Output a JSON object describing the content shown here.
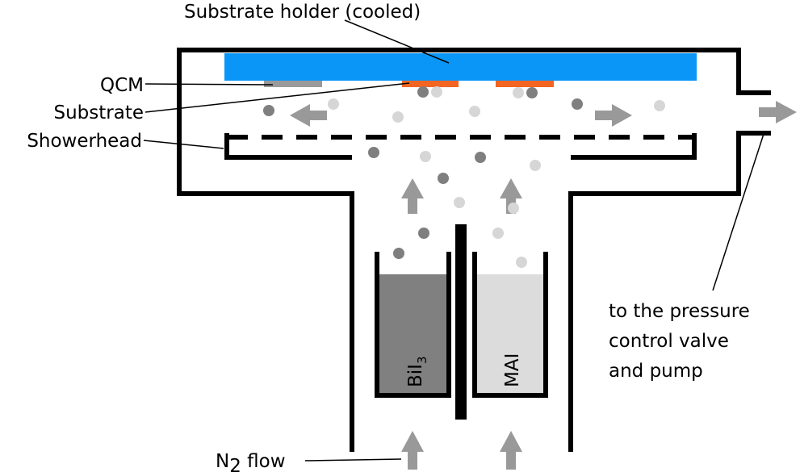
{
  "labels": {
    "substrate_holder": "Substrate holder (cooled)",
    "qcm": "QCM",
    "substrate": "Substrate",
    "showerhead": "Showerhead",
    "pump_line1": "to the pressure",
    "pump_line2": "control valve",
    "pump_line3": "and pump",
    "n2_main": "N",
    "n2_sub": "2",
    "n2_rest": " flow"
  },
  "crucibles": {
    "left_main": "BiI",
    "left_sub": "3",
    "right": "MAI"
  },
  "colors": {
    "wall": "#000000",
    "holder": "#0a96f7",
    "qcm": "#9a9a9a",
    "substrate": "#f26522",
    "bii3_fill": "#808080",
    "mai_fill": "#dcdcdc",
    "arrow": "#999999",
    "particle_dark": "#7f7f7f",
    "particle_light": "#d6d6d6"
  }
}
